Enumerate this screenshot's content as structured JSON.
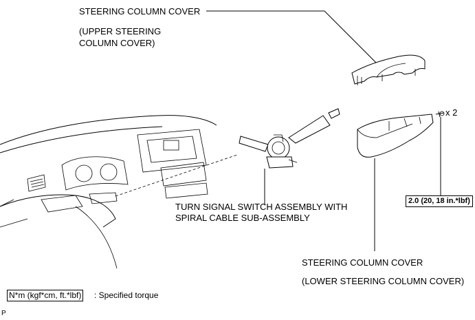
{
  "labels": {
    "upper_cover_line1": "STEERING COLUMN COVER",
    "upper_cover_line2": "(UPPER STEERING",
    "upper_cover_line3": "COLUMN COVER)",
    "switch_line1": "TURN SIGNAL SWITCH ASSEMBLY WITH",
    "switch_line2": "SPIRAL CABLE SUB-ASSEMBLY",
    "lower_cover_line1": "STEERING COLUMN COVER",
    "lower_cover_line2": "(LOWER STEERING COLUMN COVER)",
    "screw_qty": "x 2",
    "torque_value": "2.0 (20, 18 in.*lbf)"
  },
  "legend": {
    "unit": "N*m (kgf*cm, ft.*lbf)",
    "description": ": Specified torque"
  },
  "corner_mark": "P"
}
